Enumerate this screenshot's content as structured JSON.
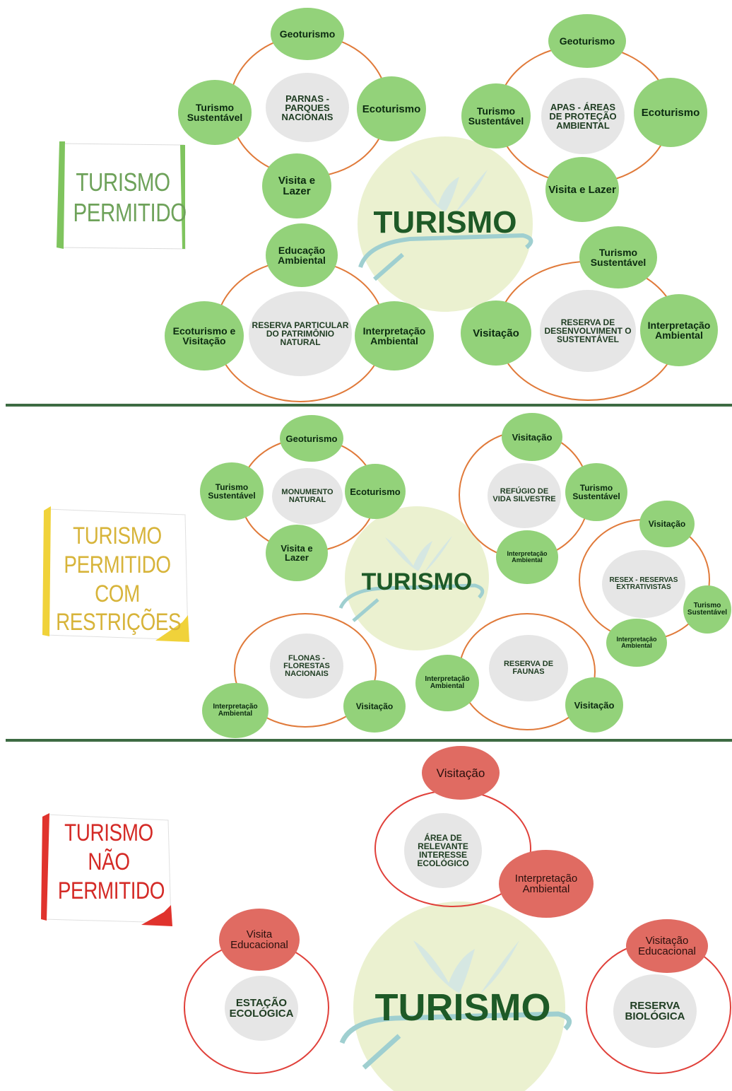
{
  "sections": {
    "permitido": {
      "label_line1": "TURISMO",
      "label_line2": "PERMITIDO",
      "label_color": "#6ea25a",
      "center_word": "TURISMO",
      "clusters": {
        "parnas": {
          "center": "PARNAS - PARQUES NACIONAIS",
          "top": "Geoturismo",
          "left": "Turismo Sustentável",
          "right": "Ecoturismo",
          "bottom": "Visita e Lazer"
        },
        "apas": {
          "center": "APAS - ÁREAS DE PROTEÇÃO AMBIENTAL",
          "top": "Geoturismo",
          "left": "Turismo Sustentável",
          "right": "Ecoturismo",
          "bottom": "Visita e Lazer"
        },
        "rppn": {
          "center": "RESERVA PARTICULAR DO PATRIMÔNIO NATURAL",
          "top": "Educação Ambiental",
          "left": "Ecoturismo e Visitação",
          "right": "Interpretação Ambiental"
        },
        "rds": {
          "center": "RESERVA DE DESENVOLVIMENT O SUSTENTÁVEL",
          "top": "Turismo Sustentável",
          "left": "Visitação",
          "right": "Interpretação Ambiental"
        }
      }
    },
    "restricoes": {
      "label_line1": "TURISMO",
      "label_line2": "PERMITIDO COM",
      "label_line3": "RESTRIÇÕES",
      "label_color": "#d7b43a",
      "center_word": "TURISMO",
      "clusters": {
        "monumento": {
          "center": "MONUMENTO NATURAL",
          "top": "Geoturismo",
          "left": "Turismo Sustentável",
          "right": "Ecoturismo",
          "bottom": "Visita e Lazer"
        },
        "refugio": {
          "center": "REFÚGIO DE VIDA SILVESTRE",
          "top": "Visitação",
          "right": "Turismo Sustentável",
          "bottom": "Interpretação Ambiental"
        },
        "resex": {
          "center": "RESEX - RESERVAS EXTRATIVISTAS",
          "top": "Visitação",
          "right": "Turismo Sustentável",
          "bottom": "Interpretação Ambiental"
        },
        "flonas": {
          "center": "FLONAS - FLORESTAS NACIONAIS",
          "left": "Interpretação Ambiental",
          "right": "Visitação"
        },
        "faunas": {
          "center": "RESERVA DE FAUNAS",
          "left": "Interpretação Ambiental",
          "right": "Visitação"
        }
      }
    },
    "nao_permitido": {
      "label_line1": "TURISMO",
      "label_line2": "NÃO",
      "label_line3": "PERMITIDO",
      "label_color": "#d42a26",
      "center_word": "TURISMO",
      "clusters": {
        "arie": {
          "center": "ÁREA DE RELEVANTE INTERESSE ECOLÓGICO",
          "top": "Visitação",
          "bottom": "Interpretação Ambiental"
        },
        "estacao": {
          "center": "ESTAÇÃO ECOLÓGICA",
          "top": "Visita Educacional"
        },
        "biologica": {
          "center": "RESERVA BIOLÓGICA",
          "top": "Visitação Educacional"
        }
      }
    }
  },
  "colors": {
    "green_node": "#93d27a",
    "red_node": "#e06b62",
    "orange_ring": "#e07a3a",
    "red_ring": "#e0403a",
    "divider": "#3d6b43",
    "center_grey": "#e6e6e6"
  }
}
